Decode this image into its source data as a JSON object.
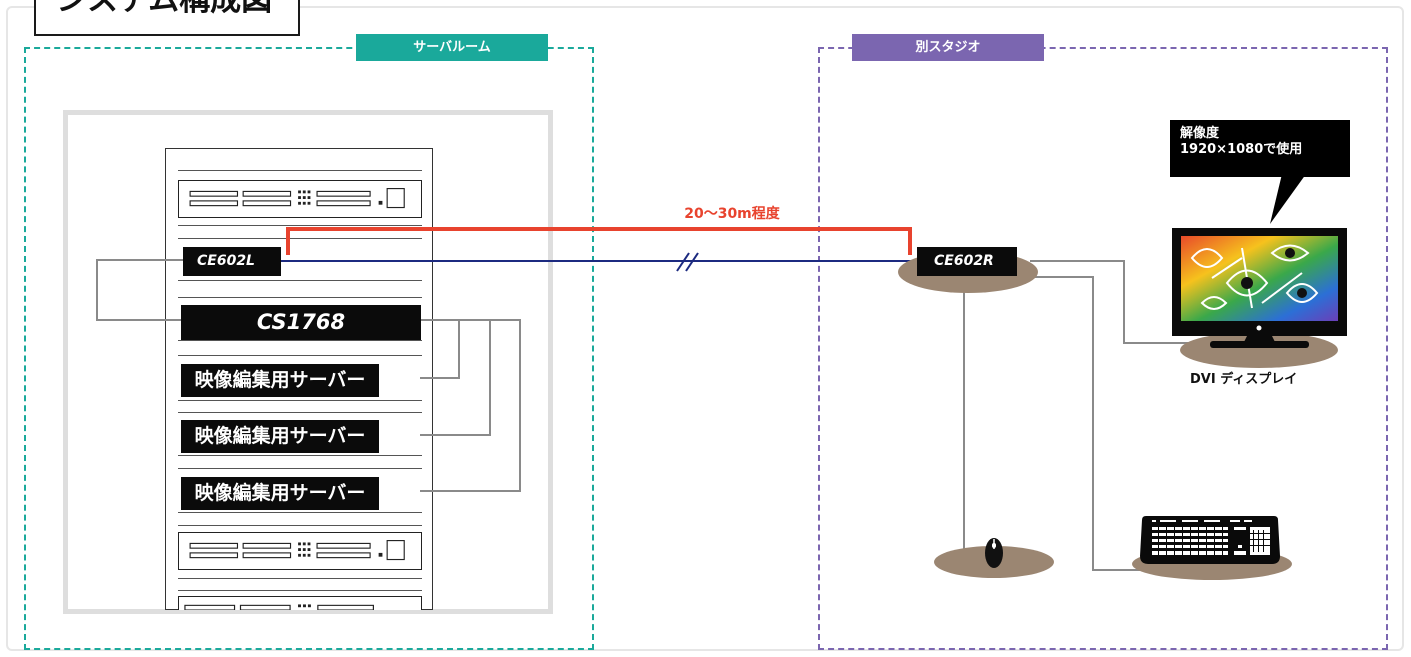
{
  "title": "システム構成図",
  "zones": {
    "server_room": {
      "label": "サーバルーム",
      "color": "#1aa99b"
    },
    "studio": {
      "label": "別スタジオ",
      "color": "#7b66b0"
    }
  },
  "devices": {
    "local_extender": "CE602L",
    "remote_extender": "CE602R",
    "kvm_switch": "CS1768",
    "servers": [
      "映像編集用サーバー",
      "映像編集用サーバー",
      "映像編集用サーバー"
    ]
  },
  "distance_label": "20〜30m程度",
  "display": {
    "callout": [
      "解像度",
      "1920×1080で使用"
    ],
    "caption": "DVI ディスプレイ"
  },
  "icons": [
    "rack-server-icon",
    "monitor-icon",
    "keyboard-icon",
    "mouse-icon"
  ],
  "colors": {
    "distance": "#e8432e",
    "cable": "#1c2a80",
    "wire": "#8a8a8a",
    "pad": "#9b8672"
  }
}
